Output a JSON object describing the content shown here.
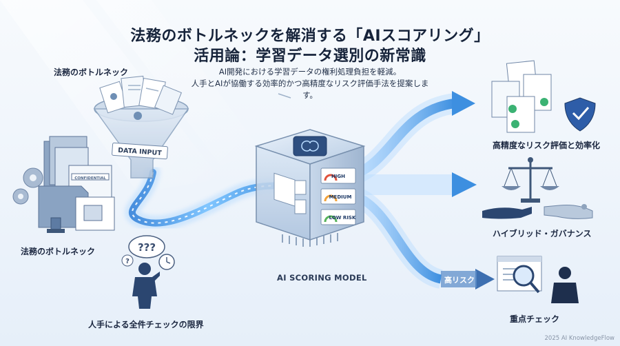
{
  "title": {
    "line1": "法務のボトルネックを解消する「AIスコアリング」",
    "line2": "活用論：学習データ選別の新常識"
  },
  "subtitle": {
    "line1": "AI開発における学習データの権利処理負担を軽減。",
    "line2": "人手とAIが協働する効率的かつ高精度なリスク評価手法を提案します。"
  },
  "left": {
    "funnel_heading": "法務のボトルネック",
    "funnel_label": "DATA INPUT",
    "docs_caption": "法務のボトルネック",
    "person_caption": "人手による全件チェックの限界",
    "doc_tag": "CONFIDENTIAL"
  },
  "center": {
    "model_label": "AI SCORING MODEL",
    "risk_levels": [
      "HIGH",
      "MEDIUM",
      "LOW RISK"
    ]
  },
  "right": {
    "outputs": [
      {
        "caption": "高精度なリスク評価と効率化"
      },
      {
        "caption": "ハイブリッド・ガバナンス"
      },
      {
        "caption": "重点チェック"
      }
    ],
    "high_risk_label": "高リスク"
  },
  "footer": "2025 AI KnowledgeFlow",
  "colors": {
    "accent": "#3d8fe0",
    "stream": "#6fb8ff",
    "navy": "#1e3a66",
    "check_green": "#3bb273",
    "gauge_red": "#e0533d",
    "gauge_orange": "#f2a23a",
    "gauge_green": "#57b35b"
  }
}
